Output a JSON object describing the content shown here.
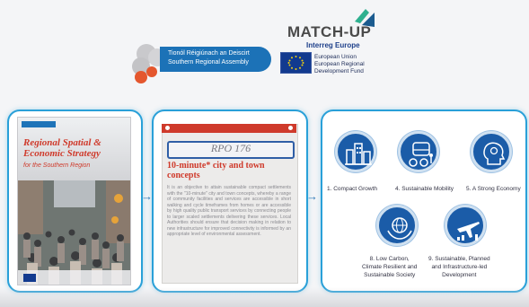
{
  "header": {
    "matchup": {
      "name": "MATCH-UP",
      "sub": "Interreg Europe"
    },
    "assembly": {
      "line1": "Tionól Réigiúnach an Deiscirt",
      "line2": "Southern Regional Assembly"
    },
    "eu": {
      "line1": "European Union",
      "line2": "European Regional",
      "line3": "Development Fund"
    }
  },
  "strategy_cover": {
    "title": "Regional Spatial & Economic Strategy",
    "subtitle": "for the Southern Region"
  },
  "rpo": {
    "number": "RPO 176",
    "heading": "10-minute* city and town concepts",
    "body": "It is an objective to attain sustainable compact settlements with the \"10-minute\" city and town concepts, whereby a range of community facilities and services are accessible in short walking and cycle timeframes from homes or are accessible by high quality public transport services by connecting people to larger scaled settlements delivering these services. Local Authorities should ensure that decision making in relation to new infrastructure for improved connectivity is informed by an appropriate level of environmental assessment."
  },
  "outcomes": [
    {
      "label": "1. Compact Growth",
      "icon": "city-icon"
    },
    {
      "label": "4. Sustainable Mobility",
      "icon": "mobility-icon"
    },
    {
      "label": "5. A Strong Economy",
      "icon": "economy-icon"
    },
    {
      "label": "8. Low Carbon, Climate Resilient and Sustainable Society",
      "lines": [
        "8. Low Carbon,",
        "Climate Resilient and",
        "Sustainable Society"
      ],
      "icon": "globe-hands-icon"
    },
    {
      "label": "9. Sustainable, Planned and Infrastructure-led Development",
      "lines": [
        "9. Sustainable, Planned",
        "and Infrastructure-led",
        "Development"
      ],
      "icon": "airplane-icon"
    }
  ],
  "colors": {
    "panel_border": "#29a0d8",
    "accent_red": "#cf3a2b",
    "icon_blue": "#1b5ca8",
    "assembly_blue": "#1c72b7",
    "eu_blue": "#123a8f"
  }
}
